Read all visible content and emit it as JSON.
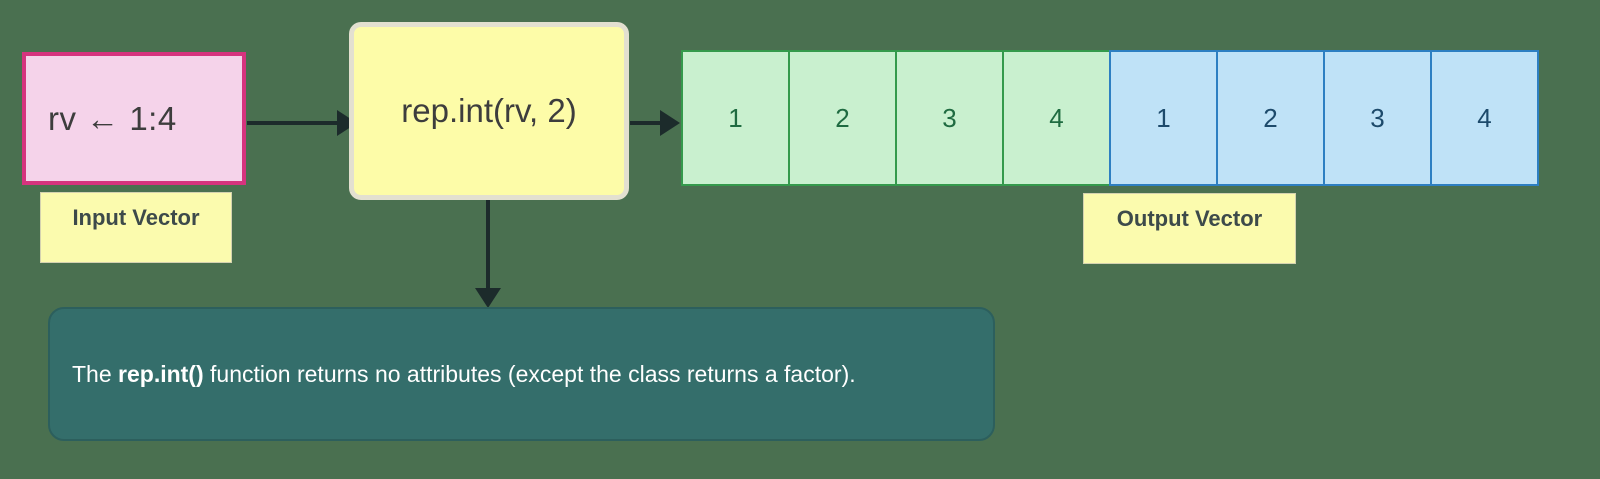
{
  "background_color": "#4a7050",
  "input_box": {
    "text": "rv ← 1:4",
    "fill": "#f5d3ea",
    "stroke": "#d6337e"
  },
  "process_box": {
    "text": "rep.int(rv, 2)",
    "fill": "#fdfca8",
    "stroke": "#e3e0d0"
  },
  "notes": {
    "input_label": "Input Vector",
    "output_label": "Output Vector",
    "fill": "#fbfbae"
  },
  "output_vector": {
    "cells": [
      {
        "value": "1",
        "group": "green"
      },
      {
        "value": "2",
        "group": "green"
      },
      {
        "value": "3",
        "group": "green"
      },
      {
        "value": "4",
        "group": "green"
      },
      {
        "value": "1",
        "group": "blue"
      },
      {
        "value": "2",
        "group": "blue"
      },
      {
        "value": "3",
        "group": "blue"
      },
      {
        "value": "4",
        "group": "blue"
      }
    ],
    "green_fill": "#c9f0cf",
    "green_stroke": "#349a4c",
    "blue_fill": "#bfe2f7",
    "blue_stroke": "#2d7fc2"
  },
  "callout": {
    "text_before": "The ",
    "text_bold": "rep.int()",
    "text_after": " function returns no attributes (except the class returns a factor).",
    "fill": "#346e6b",
    "text_color": "#ffffff"
  },
  "connectors": [
    {
      "name": "input-to-process",
      "direction": "right"
    },
    {
      "name": "process-to-output",
      "direction": "right"
    },
    {
      "name": "process-to-callout",
      "direction": "down"
    }
  ]
}
